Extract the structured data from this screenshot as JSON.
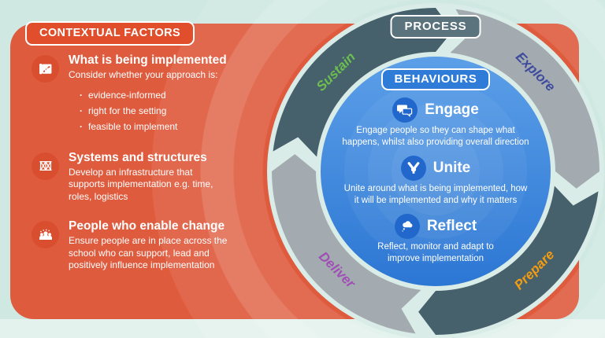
{
  "ui": {
    "bullet_char": "·"
  },
  "contextual_panel": {
    "header": "CONTEXTUAL FACTORS",
    "sections": [
      {
        "icon": "blueprint-map-icon",
        "title": "What is being implemented",
        "subtitle": "Consider whether your approach is:",
        "bullets": [
          "evidence-informed",
          "right for the setting",
          "feasible to implement"
        ]
      },
      {
        "icon": "scaffolding-icon",
        "title": "Systems and structures",
        "body": "Develop an infrastructure that\nsupports implementation e.g. time,\nroles, logistics"
      },
      {
        "icon": "people-group-icon",
        "title": "People who enable change",
        "body": "Ensure people are in place across the\nschool who can support, lead and\npositively influence implementation"
      }
    ]
  },
  "process_ring": {
    "title": "PROCESS",
    "segments": [
      {
        "label": "Explore",
        "label_color": "#3d4a9e",
        "ring_color": "#a3abb0",
        "position": "top-right"
      },
      {
        "label": "Prepare",
        "label_color": "#f39c12",
        "ring_color": "#47616c",
        "position": "bottom-right"
      },
      {
        "label": "Deliver",
        "label_color": "#a04fb5",
        "ring_color": "#a3abb0",
        "position": "bottom-left"
      },
      {
        "label": "Sustain",
        "label_color": "#6cbf4e",
        "ring_color": "#47616c",
        "position": "top-left"
      }
    ]
  },
  "behaviours": {
    "title": "BEHAVIOURS",
    "items": [
      {
        "icon": "chat-bubbles-icon",
        "label": "Engage",
        "description": "Engage people so they can shape what\nhappens, whilst also providing overall direction"
      },
      {
        "icon": "hands-together-icon",
        "label": "Unite",
        "description": "Unite around what is being implemented, how\nit will be implemented and why it matters"
      },
      {
        "icon": "thought-bubble-icon",
        "label": "Reflect",
        "description": "Reflect, monitor and adapt to\nimprove implementation"
      }
    ]
  },
  "colors": {
    "background_mint": "#cfe8e2",
    "bottom_strip_mint": "#e4f2ed",
    "panel_orange": "#df5b3e",
    "header_orange": "#e04e2b",
    "icon_circle_orange": "#d94e2e",
    "ring_dark": "#47616c",
    "ring_gray": "#a3abb0",
    "halo_mint": "#d9ece7",
    "inner_blue_top": "#5c9fe8",
    "inner_blue_bottom": "#2c77d4",
    "behaviours_pill_blue": "#2e7cd8",
    "behaviour_icon_blue": "#2268cc",
    "process_pill_slate": "#5b737d"
  }
}
